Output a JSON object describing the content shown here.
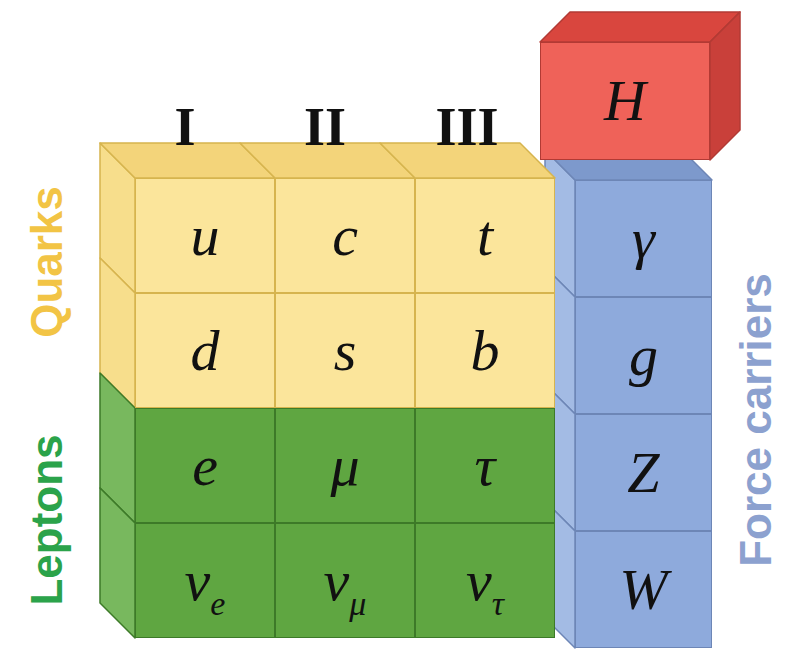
{
  "diagram": {
    "nodes": [
      {
        "text": [
          "H"
        ]
      },
      {
        "text": [
          "u"
        ]
      },
      {
        "text": [
          "c"
        ]
      },
      {
        "text": [
          "t"
        ]
      },
      {
        "text": [
          "γ"
        ]
      },
      {
        "text": [
          "d"
        ]
      },
      {
        "text": [
          "s"
        ]
      },
      {
        "text": [
          "b"
        ]
      },
      {
        "text": [
          "g"
        ]
      },
      {
        "text": [
          "e"
        ]
      },
      {
        "text": [
          "μ"
        ]
      },
      {
        "text": [
          "τ"
        ]
      },
      {
        "text": [
          "Z"
        ]
      },
      {
        "text": [
          "νe"
        ]
      },
      {
        "text": [
          "νμ"
        ]
      },
      {
        "text": [
          "ντ"
        ]
      },
      {
        "text": [
          "W"
        ]
      }
    ],
    "labels": [
      "I",
      "II",
      "III",
      "Quarks",
      "Leptons",
      "Force carriers"
    ]
  }
}
